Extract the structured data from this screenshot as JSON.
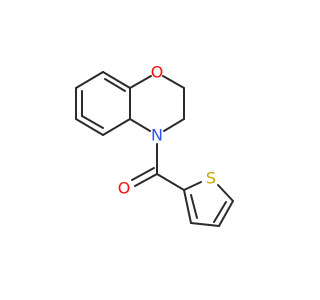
{
  "molecule": {
    "atoms": {
      "oxygen_ring": {
        "symbol": "O",
        "color": "#ff0d0d"
      },
      "nitrogen": {
        "symbol": "N",
        "color": "#3050f8"
      },
      "oxygen_carbonyl": {
        "symbol": "O",
        "color": "#ff0d0d"
      },
      "sulfur": {
        "symbol": "S",
        "color": "#c8a800"
      }
    },
    "bond_color": "#2b2b2b"
  }
}
